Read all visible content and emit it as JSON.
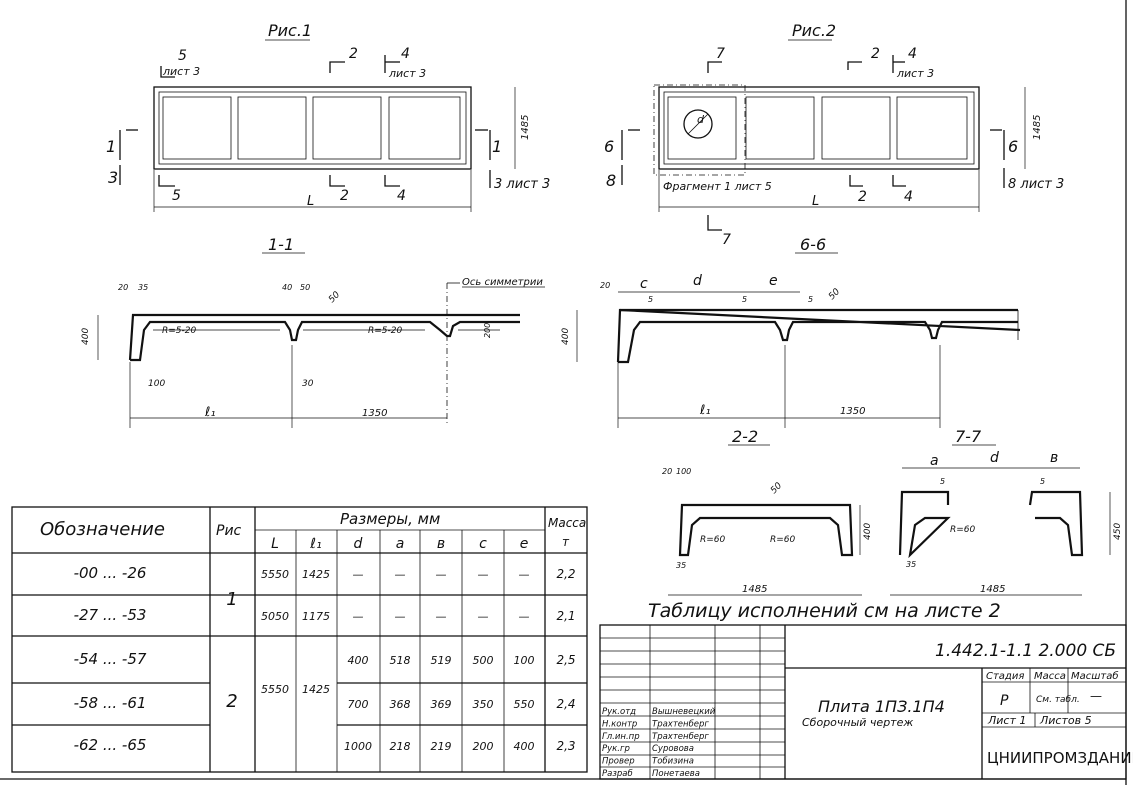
{
  "fig1": {
    "title": "Рис.1",
    "cut5": "5",
    "cut5_sheet": "лист 3",
    "cut2": "2",
    "cut4": "4",
    "cut4_sheet": "лист 3",
    "cut1": "1",
    "cut3": "3",
    "cut3_sheet": "3 лист 3",
    "dim_L": "L",
    "dim_height": "1485",
    "bot5": "5",
    "bot2": "2",
    "bot4": "4"
  },
  "fig2": {
    "title": "Рис.2",
    "cut7": "7",
    "cut2": "2",
    "cut4": "4",
    "cut4_sheet": "лист 3",
    "cut6": "6",
    "cut8": "8",
    "cut8_sheet": "8 лист 3",
    "dim_L": "L",
    "dim_height": "1485",
    "fragment": "Фрагмент 1 лист 5",
    "hole_label": "d",
    "bot2": "2",
    "bot4": "4"
  },
  "section11": {
    "title": "1-1",
    "sym_axis": "Ось симметрии",
    "d20": "20",
    "d35": "35",
    "d40": "40",
    "d50": "50",
    "d400": "400",
    "d100": "100",
    "d200": "200",
    "r1": "R=5-20",
    "r2": "R=5-20",
    "d30": "30",
    "d50b": "50",
    "l1": "ℓ₁",
    "d1350": "1350"
  },
  "section66": {
    "title": "6-6",
    "d20": "20",
    "c": "c",
    "d": "d",
    "e": "e",
    "d5a": "5",
    "d5b": "5",
    "d5c": "5",
    "d50": "50",
    "d400": "400",
    "l1": "ℓ₁",
    "d1350": "1350"
  },
  "section22": {
    "title": "2-2",
    "d20": "20",
    "d100": "100",
    "d50": "50",
    "d400": "400",
    "r1": "R=60",
    "r2": "R=60",
    "d35": "35",
    "d1485": "1485"
  },
  "section77": {
    "title": "7-7",
    "a": "a",
    "d": "d",
    "b": "в",
    "d5a": "5",
    "d5b": "5",
    "r": "R=60",
    "d35": "35",
    "d1485": "1485",
    "d450": "450"
  },
  "note": "Таблицу исполнений см на листе 2",
  "table": {
    "col_designation": "Обозначение",
    "col_fig": "Рис",
    "col_sizes": "Размеры, мм",
    "col_mass": "Масса",
    "sub": [
      "L",
      "ℓ₁",
      "d",
      "a",
      "в",
      "c",
      "е"
    ],
    "mass_unit": "т",
    "rows": [
      {
        "des": "-00 ... -26",
        "fig": "1",
        "L": "5550",
        "l1": "1425",
        "d": "—",
        "a": "—",
        "b": "—",
        "c": "—",
        "e": "—",
        "m": "2,2"
      },
      {
        "des": "-27 ... -53",
        "fig": "",
        "L": "5050",
        "l1": "1175",
        "d": "—",
        "a": "—",
        "b": "—",
        "c": "—",
        "e": "—",
        "m": "2,1"
      },
      {
        "des": "-54 ... -57",
        "fig": "2",
        "L": "5550",
        "l1": "1425",
        "d": "400",
        "a": "518",
        "b": "519",
        "c": "500",
        "e": "100",
        "m": "2,5"
      },
      {
        "des": "-58 ... -61",
        "fig": "",
        "L": "",
        "l1": "",
        "d": "700",
        "a": "368",
        "b": "369",
        "c": "350",
        "e": "550",
        "m": "2,4"
      },
      {
        "des": "-62 ... -65",
        "fig": "",
        "L": "",
        "l1": "",
        "d": "1000",
        "a": "218",
        "b": "219",
        "c": "200",
        "e": "400",
        "m": "2,3"
      }
    ]
  },
  "stamp": {
    "code": "1.442.1-1.1 2.000 СБ",
    "name": "Плита 1ПЗ.1П4",
    "subtitle": "Сборочный чертеж",
    "h_stage": "Стадия",
    "h_mass": "Масса",
    "h_scale": "Масштаб",
    "stage": "Р",
    "mass": "См. табл.",
    "scale": "—",
    "sheet": "Лист 1",
    "sheets": "Листов 5",
    "org": "ЦНИИПРОМЗДАНИЙ",
    "people": [
      {
        "role": "Рук.отд",
        "name": "Вышневецкий"
      },
      {
        "role": "Н.контр",
        "name": "Трахтенберг"
      },
      {
        "role": "Гл.ин.пр",
        "name": "Трахтенберг"
      },
      {
        "role": "Рук.гр",
        "name": "Суровова"
      },
      {
        "role": "Провер",
        "name": "Тобизина"
      },
      {
        "role": "Разраб",
        "name": "Понетаева"
      }
    ]
  }
}
